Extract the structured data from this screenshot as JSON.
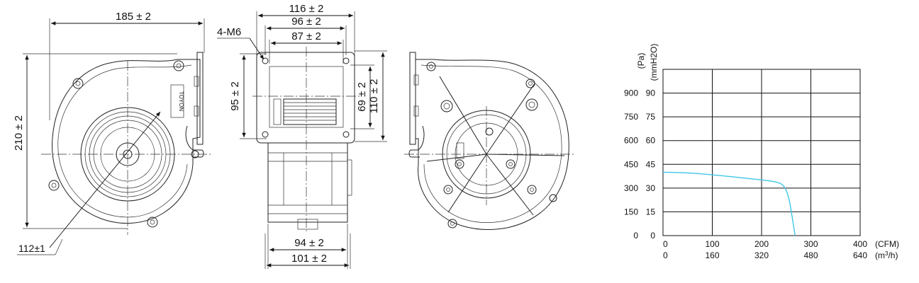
{
  "front_view": {
    "width_dim": "185 ± 2",
    "height_dim": "210 ± 2",
    "diameter_dim": "112±1",
    "label_text": "TOYON"
  },
  "side_view": {
    "overall_width": "116 ± 2",
    "mount_width": "96 ± 2",
    "inner_width": "87 ± 2",
    "screw_label": "4-M6",
    "left_height": "95 ± 2",
    "height_inner": "69 ± 2",
    "height_outer": "110 ± 2",
    "bottom_inner": "94 ± 2",
    "bottom_outer": "101 ± 2"
  },
  "chart_data": {
    "type": "line",
    "ylabel_primary": "(Pa)",
    "ylabel_secondary": "(mmH2O)",
    "y_ticks_pa": [
      "0",
      "150",
      "300",
      "450",
      "600",
      "750",
      "900"
    ],
    "y_ticks_mmh2o": [
      "0",
      "15",
      "30",
      "45",
      "60",
      "75",
      "90"
    ],
    "x_ticks_cfm": [
      "0",
      "100",
      "200",
      "300",
      "400"
    ],
    "x_ticks_m3h": [
      "0",
      "160",
      "320",
      "480",
      "640"
    ],
    "x_unit_cfm": "(CFM)",
    "x_unit_m3h": "(m3/h)",
    "xlim": [
      0,
      400
    ],
    "ylim": [
      0,
      1050
    ],
    "grid": true,
    "series": [
      {
        "color": "#3fc6e6",
        "x": [
          0,
          40,
          80,
          120,
          160,
          200,
          230,
          245,
          255,
          262,
          268
        ],
        "y": [
          400,
          398,
          390,
          378,
          365,
          352,
          340,
          320,
          250,
          120,
          0
        ]
      }
    ]
  }
}
